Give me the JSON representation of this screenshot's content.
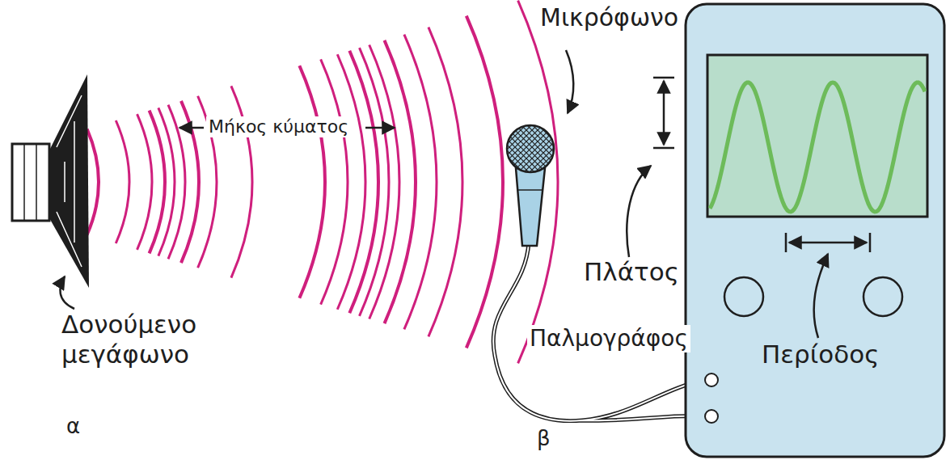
{
  "diagram": {
    "labels": [
      "Μικρόφωνο",
      "Μήκος κύματος",
      "Δονούμενο μεγάφωνο",
      "α",
      "β",
      "Πλάτος",
      "Παλμογράφος",
      "Περίοδος"
    ]
  }
}
